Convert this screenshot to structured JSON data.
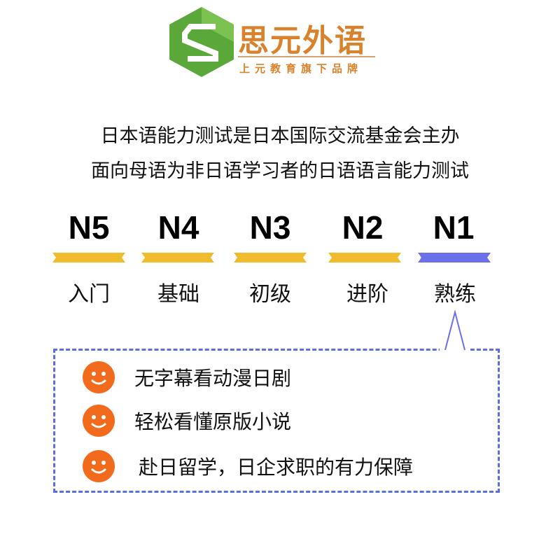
{
  "logo": {
    "name": "思元外语",
    "tagline": "上元教育旗下品牌"
  },
  "intro": [
    "日本语能力测试是日本国际交流基金会主办",
    "面向母语为非日语学习者的日语语言能力测试"
  ],
  "levels": [
    {
      "code": "N5",
      "label": "入门"
    },
    {
      "code": "N4",
      "label": "基础"
    },
    {
      "code": "N3",
      "label": "初级"
    },
    {
      "code": "N2",
      "label": "进阶"
    },
    {
      "code": "N1",
      "label": "熟练"
    }
  ],
  "colors": {
    "ribbon": "#f0bc2c",
    "ribbon_active": "#6b70e8",
    "smiley": "#f26b1d",
    "logo_orange": "#d9822b",
    "logo_green": "#5aa83a"
  },
  "benefits": [
    "无字幕看动漫日剧",
    "轻松看懂原版小说",
    "赴日留学，日企求职的有力保障"
  ]
}
